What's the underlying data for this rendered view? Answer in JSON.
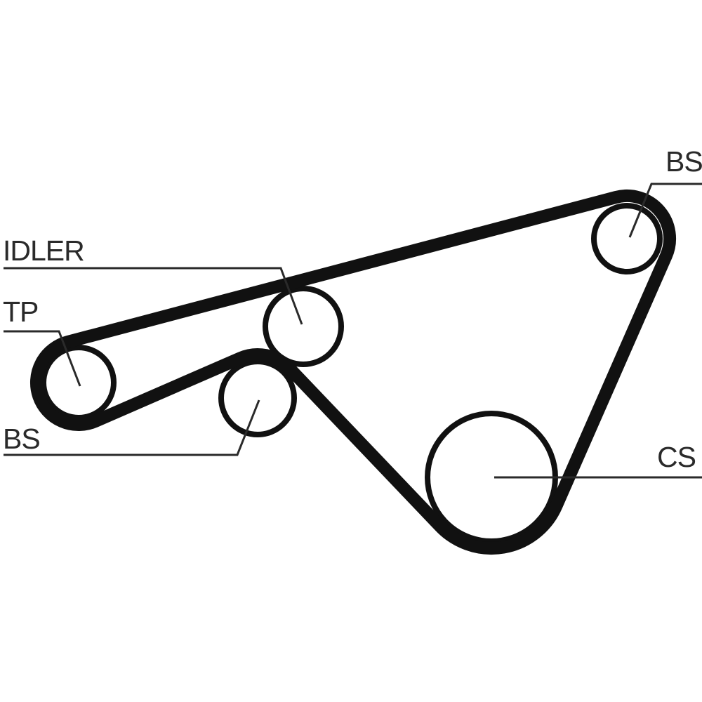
{
  "diagram": {
    "title": "Timing belt routing",
    "labels": {
      "bs_top": "BS",
      "idler": "IDLER",
      "tp": "TP",
      "bs_bottom": "BS",
      "cs": "CS"
    },
    "colors": {
      "belt": "#111111",
      "text": "#2a2a2a",
      "background": "#ffffff"
    }
  }
}
